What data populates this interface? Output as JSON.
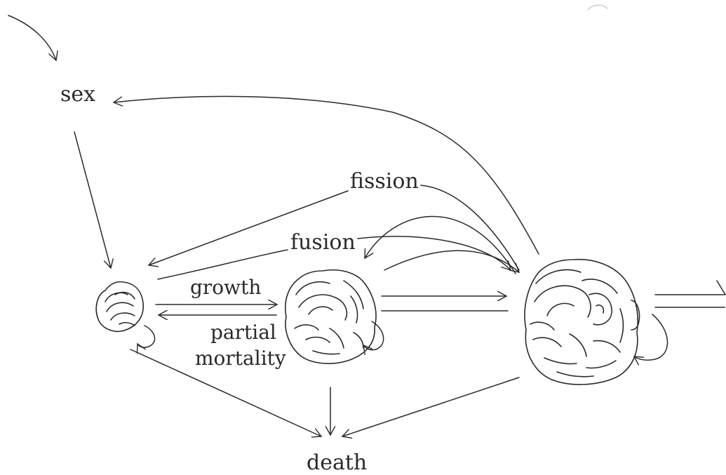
{
  "labels": {
    "sex": "sex",
    "fission": "fission",
    "fusion": "fusion",
    "growth": "growth",
    "partial": "partial",
    "mortality": "mortality",
    "death": "death"
  },
  "colors": {
    "ink": "#2a2a2a",
    "background": "#ffffff"
  }
}
